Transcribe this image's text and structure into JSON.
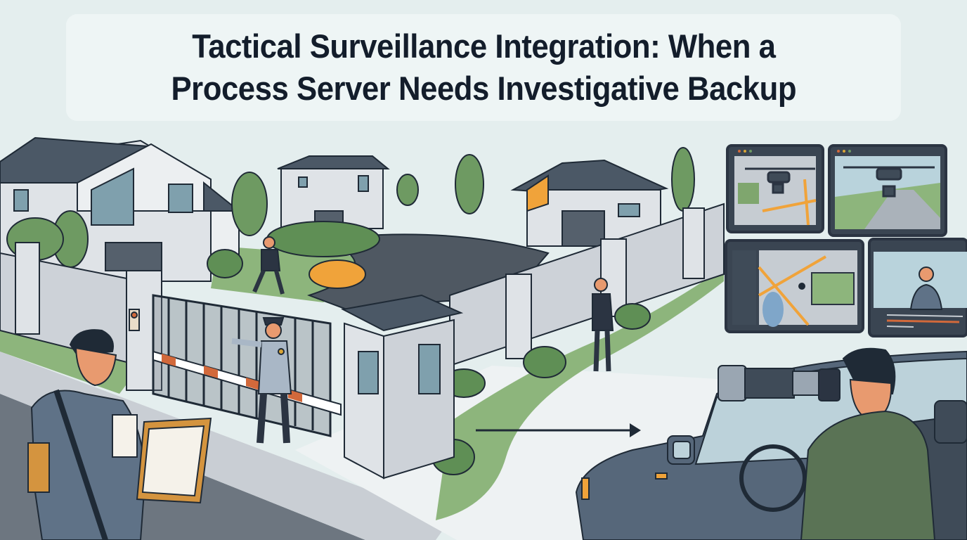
{
  "title": {
    "line1": "Tactical Surveillance Integration: When a",
    "line2": "Process Server Needs Investigative Backup"
  },
  "colors": {
    "background": "#e4eeee",
    "title_text": "#131d2b",
    "title_box": "#eef5f5",
    "grass": "#7fa66e",
    "foliage": "#5f8f55",
    "wall": "#c9ced4",
    "roof": "#4b5866",
    "road": "#6d7680",
    "accent_orange": "#f0a33a",
    "outline": "#1f2a36",
    "car": "#56677a",
    "jacket_green": "#5a7355"
  },
  "scene": {
    "figures": [
      "process-server",
      "security-guard",
      "fleeing-subject",
      "figure-at-wall-door",
      "investigator-with-camera"
    ],
    "monitors": [
      "drone-map-feed",
      "drone-camera-feed",
      "map-tracking-screen",
      "subject-video-screen"
    ]
  }
}
